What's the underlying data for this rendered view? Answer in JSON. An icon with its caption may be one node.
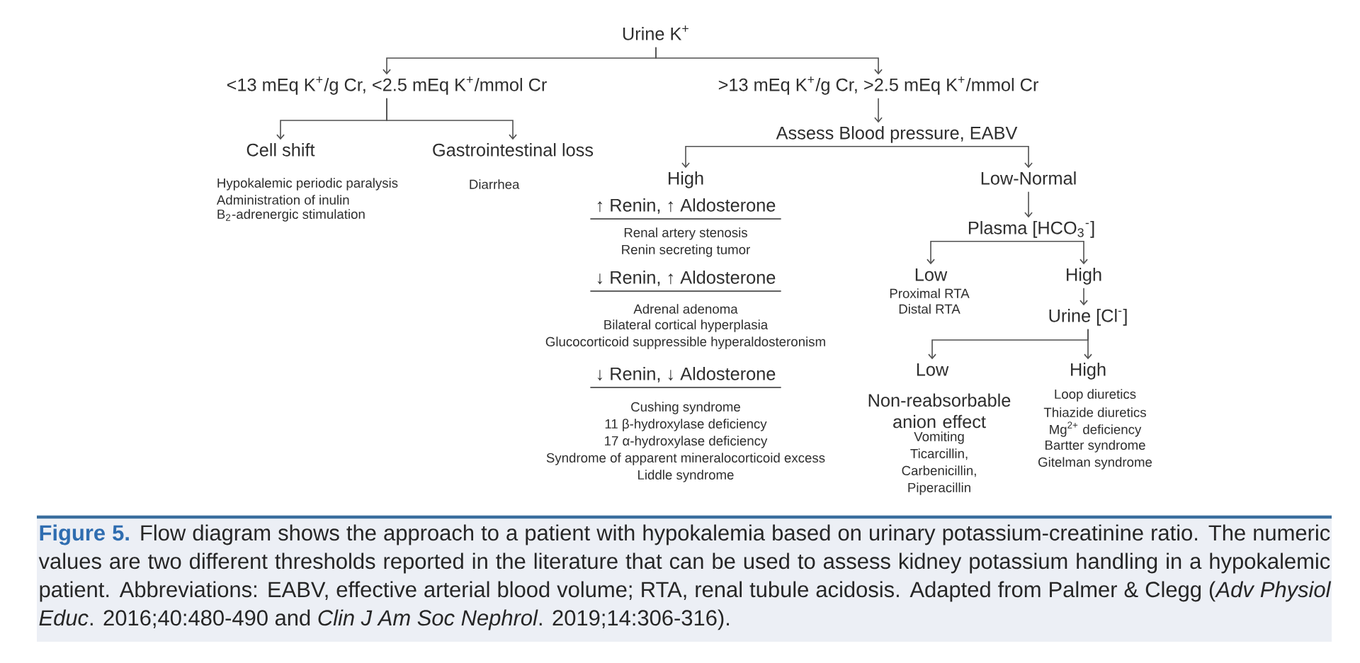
{
  "diagram": {
    "caption": "**Figure 5.** Flow diagram shows the approach to a patient with hypokalemia based on urinary potassium-creatinine ratio. The numeric values are two different thresholds reported in the literature that can be used to assess kidney potassium handling in a hypokalemic patient. Abbreviations: EABV, effective arterial blood volume; RTA, renal tubule acidosis. Adapted from Palmer & Clegg (*Adv Physiol Educ*. 2016;40:480-490 and *Clin J Am Soc Nephrol*. 2019;14:306-316).",
    "nodes": [
      {
        "text": [
          "Urine K$^{+}$"
        ]
      },
      {
        "text": [
          "<13 mEq K$^{+}$/g Cr, <2.5 mEq K$^{+}$/mmol Cr"
        ]
      },
      {
        "text": [
          ">13 mEq K$^{+}$/g Cr, >2.5 mEq K$^{+}$/mmol Cr"
        ]
      },
      {
        "text": [
          "Cell shift"
        ],
        "beside": [
          "Hypokalemic periodic paralysis",
          "Administration of inulin",
          "B$_{2}$-adrenergic stimulation"
        ]
      },
      {
        "text": [
          "Gastrointestinal loss"
        ],
        "beside": [
          "Diarrhea"
        ]
      },
      {
        "text": [
          "Assess Blood pressure, EABV"
        ]
      },
      {
        "text": [
          "High"
        ],
        "beside": [
          "↑ Renin, ↑ Aldosterone",
          "Renal artery stenosis",
          "Renin secreting tumor",
          "↓ Renin, ↑ Aldosterone",
          "Adrenal adenoma",
          "Bilateral cortical hyperplasia",
          "Glucocorticoid suppressible hyperaldosteronism",
          "↓ Renin, ↓ Aldosterone",
          "Cushing syndrome",
          "11 β-hydroxylase deficiency",
          "17 α-hydroxylase deficiency",
          "Syndrome of apparent mineralocorticoid excess",
          "Liddle syndrome"
        ]
      },
      {
        "text": [
          "Low-Normal"
        ]
      },
      {
        "text": [
          "Plasma [HCO$_{3}$$^{-}$]"
        ]
      },
      {
        "text": [
          "Low"
        ],
        "beside": [
          "Proximal RTA",
          "Distal RTA"
        ]
      },
      {
        "text": [
          "High"
        ]
      },
      {
        "text": [
          "Urine [Cl$^{-}$]"
        ]
      },
      {
        "text": [
          "Low"
        ],
        "beside": [
          "Non-reabsorbable anion effect",
          "Vomiting",
          "Ticarcillin, Carbenicillin, Piperacillin"
        ]
      },
      {
        "text": [
          "High"
        ],
        "beside": [
          "Loop diuretics",
          "Thiazide diuretics",
          "Mg$^{2+}$ deficiency",
          "Bartter syndrome",
          "Gitelman syndrome"
        ]
      }
    ],
    "edges": [
      {
        "from": 0,
        "to": 1,
        "arrow": "to"
      },
      {
        "from": 0,
        "to": 2,
        "arrow": "to"
      },
      {
        "from": 1,
        "to": 3,
        "arrow": "to"
      },
      {
        "from": 1,
        "to": 4,
        "arrow": "to"
      },
      {
        "from": 2,
        "to": 5,
        "arrow": "to"
      },
      {
        "from": 5,
        "to": 6,
        "arrow": "to"
      },
      {
        "from": 5,
        "to": 7,
        "arrow": "to"
      },
      {
        "from": 7,
        "to": 8,
        "arrow": "to"
      },
      {
        "from": 8,
        "to": 9,
        "arrow": "to"
      },
      {
        "from": 8,
        "to": 10,
        "arrow": "to"
      },
      {
        "from": 10,
        "to": 11,
        "arrow": "to"
      },
      {
        "from": 11,
        "to": 12,
        "arrow": "to"
      },
      {
        "from": 11,
        "to": 13,
        "arrow": "to"
      }
    ]
  }
}
